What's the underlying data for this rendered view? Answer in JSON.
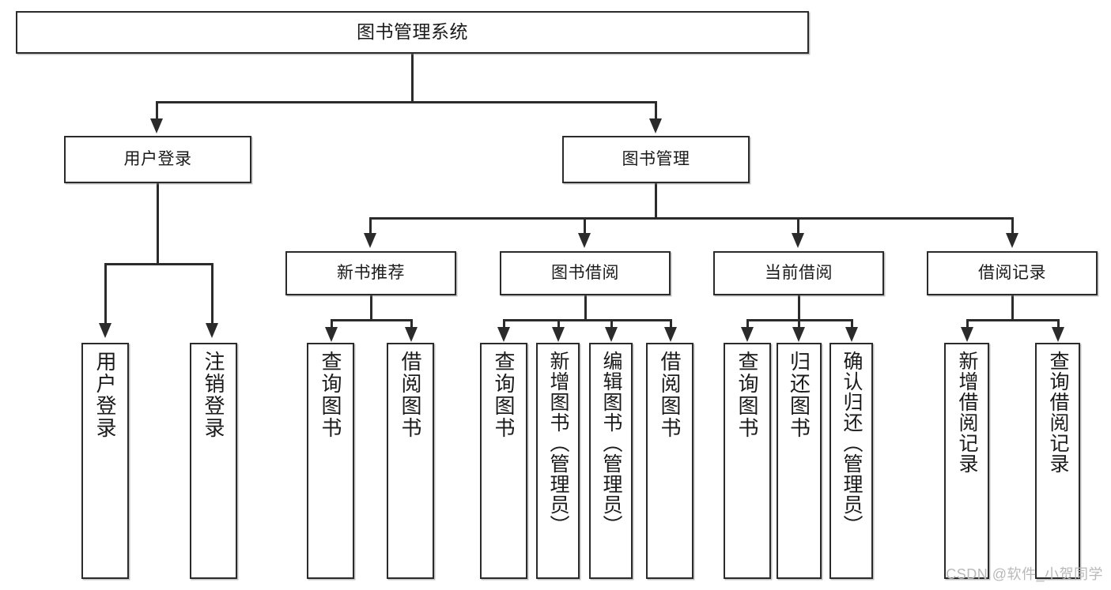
{
  "diagram": {
    "kind": "tree-hierarchy-chart",
    "title": "图书管理系统",
    "orientation": "top-down",
    "background_color": "#ffffff",
    "line_color": "#2b2b2b",
    "box_border_color": "#2b2b2b",
    "box_fill_color": "#ffffff",
    "text_color": "#1a1a1a"
  },
  "root": {
    "label": "图书管理系统"
  },
  "level2": [
    {
      "label": "用户登录"
    },
    {
      "label": "图书管理"
    }
  ],
  "level3": [
    {
      "label": "新书推荐"
    },
    {
      "label": "图书借阅"
    },
    {
      "label": "当前借阅"
    },
    {
      "label": "借阅记录"
    }
  ],
  "leaves": {
    "user_login": [
      {
        "label": "用户登录"
      },
      {
        "label": "注销登录"
      }
    ],
    "new_book_recommend": [
      {
        "label": "查询图书"
      },
      {
        "label": "借阅图书"
      }
    ],
    "book_borrow": [
      {
        "label": "查询图书"
      },
      {
        "label": "新增图书（管理员）"
      },
      {
        "label": "编辑图书（管理员）"
      },
      {
        "label": "借阅图书"
      }
    ],
    "current_borrow": [
      {
        "label": "查询图书"
      },
      {
        "label": "归还图书"
      },
      {
        "label": "确认归还（管理员）"
      }
    ],
    "borrow_record": [
      {
        "label": "新增借阅记录"
      },
      {
        "label": "查询借阅记录"
      }
    ]
  },
  "watermark": {
    "text": "CSDN @软件_小贺同学"
  }
}
